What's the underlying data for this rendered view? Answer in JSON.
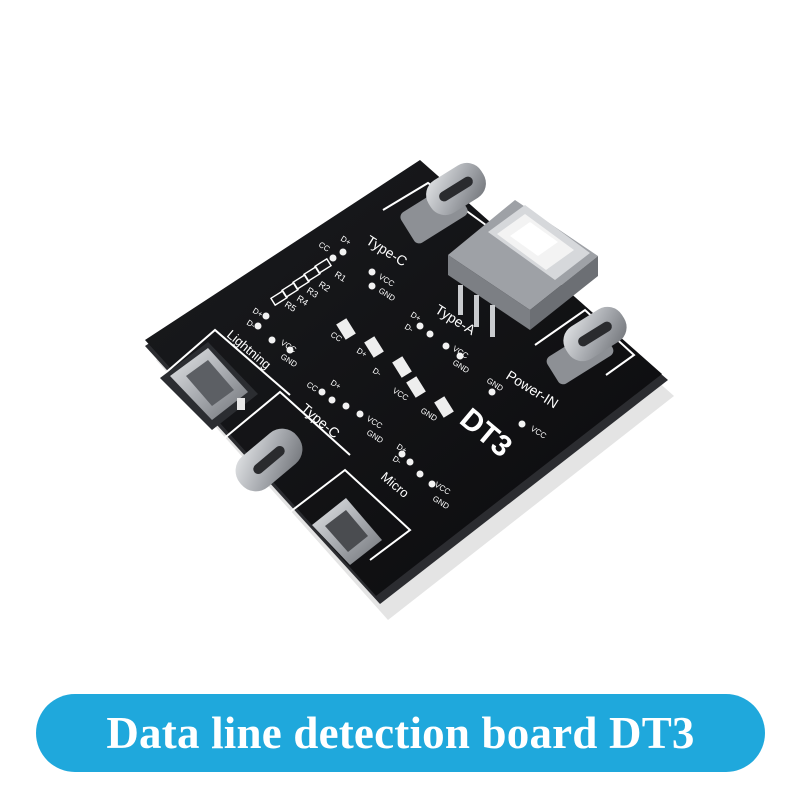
{
  "colors": {
    "pcb": "#111214",
    "pcb_edge": "#2b2c30",
    "silkscreen": "#ffffff",
    "metal": "#b9bcc0",
    "metal_dark": "#7d8085",
    "caption_bg": "#1fa8dc",
    "caption_text": "#ffffff"
  },
  "board": {
    "model": "DT3",
    "labels": {
      "type_c_top": "Type-C",
      "type_c_left": "Type-C",
      "type_a": "Type-A",
      "power_in": "Power-IN",
      "lightning": "Lightning",
      "micro": "Micro"
    },
    "pins": {
      "cc": "CC",
      "d_plus": "D+",
      "d_minus": "D-",
      "vcc": "VCC",
      "gnd": "GND"
    },
    "resistors": {
      "r1": "R1",
      "r2": "R2",
      "r3": "R3",
      "r4": "R4",
      "r5": "R5"
    }
  },
  "caption": {
    "text": "Data line detection board DT3"
  }
}
